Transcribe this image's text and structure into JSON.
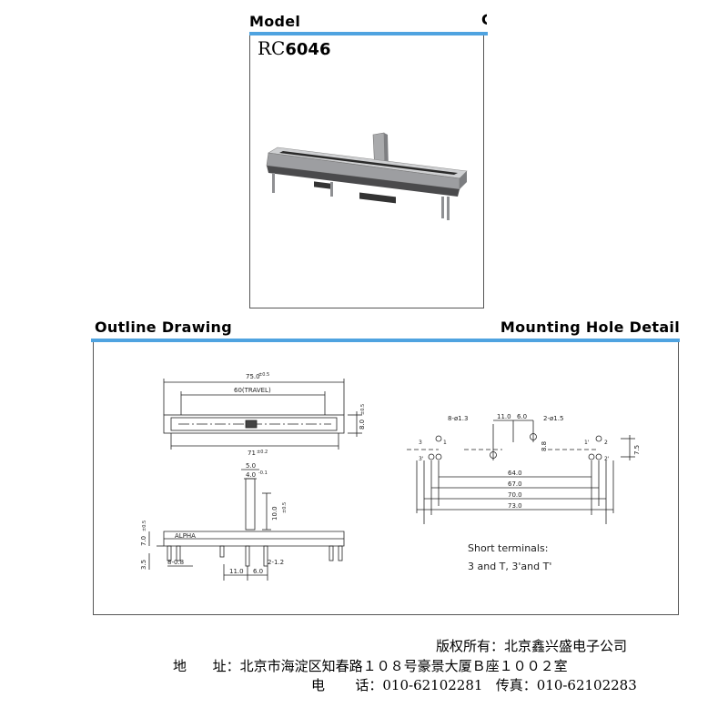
{
  "model_section": {
    "heading": "Model",
    "heading_cut": "C",
    "code_prefix": "RC",
    "code_number": "6046"
  },
  "outline_section": {
    "heading": "Outline Drawing",
    "right_heading": "Mounting Hole Detail"
  },
  "drawing_labels": {
    "overall_length": "75.0",
    "overall_length_tol": "±0.5",
    "travel": "60(TRAVEL)",
    "body_length": "71",
    "body_length_tol": "±0.2",
    "body_height": "8.0",
    "body_height_tol": "±0.5",
    "lever_width": "5.0",
    "lever_tip": "4.0",
    "lever_tip_tol": "-0.1",
    "lever_height": "10.0",
    "lever_height_tol": "±0.5",
    "base_height": "7.0",
    "base_height_tol": "±0.5",
    "brand_mark": "ALPHA",
    "pin_len": "3.5",
    "pin_spec": "8-0.8",
    "pin_spec2": "2-1.2",
    "pin_spacing": "11.0",
    "pin_spacing2": "6.0",
    "hole_spec": "8-ø1.3",
    "hole_spec2": "2-ø1.5",
    "hole_a": "11.0",
    "hole_b": "6.0",
    "hole_h": "8.8",
    "hole_side": "7.5",
    "dim_64": "64.0",
    "dim_67": "67.0",
    "dim_70": "70.0",
    "dim_73": "73.0",
    "term_3": "3",
    "term_1": "1",
    "term_3p": "3'",
    "term_1p": "1'",
    "term_2": "2",
    "term_2p": "2'",
    "note_line1": "Short terminals:",
    "note_line2": "3 and T, 3'and T'"
  },
  "footer": {
    "line1": "版权所有：北京鑫兴盛电子公司",
    "line2": "地      址：北京市海淀区知春路１０８号豪景大厦Ｂ座１００２室",
    "line3": "电       话：010-62102281   传真：010-62102283"
  },
  "colors": {
    "accent_bar": "#4fa3e0",
    "frame": "#555555",
    "drawing": "#222222"
  }
}
